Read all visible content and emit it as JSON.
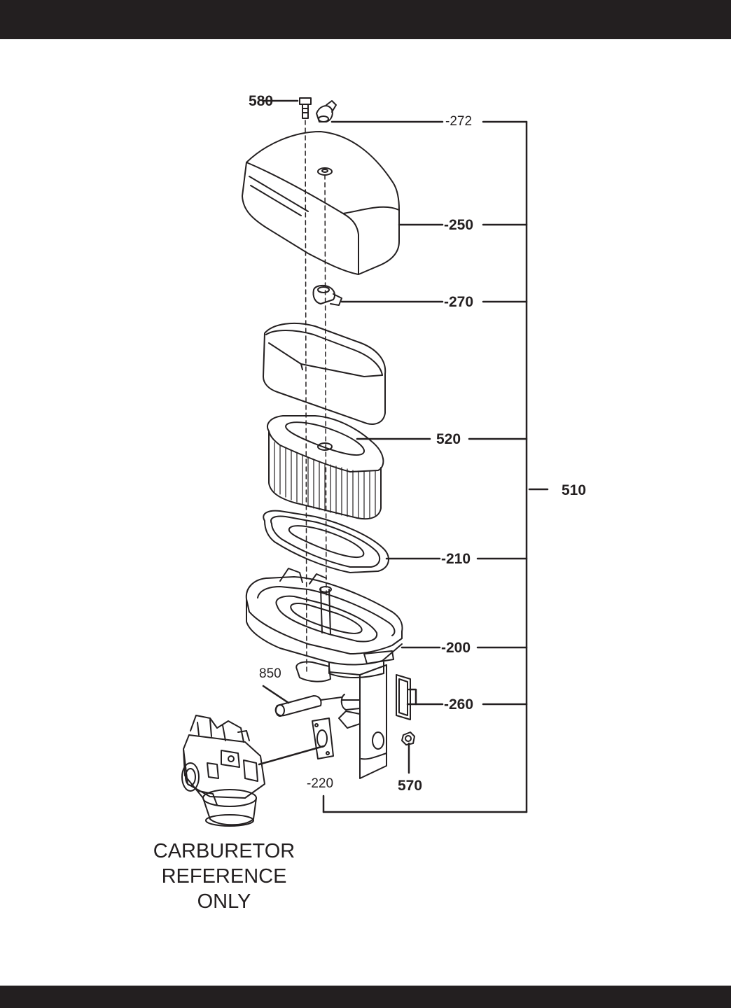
{
  "header_band": {
    "color": "#231f20"
  },
  "footer_band": {
    "color": "#231f20"
  },
  "parts": {
    "p580": "580",
    "p272": "-272",
    "p250": "-250",
    "p270": "-270",
    "p520": "520",
    "p510": "510",
    "p210": "-210",
    "p200": "-200",
    "p850": "850",
    "p260": "-260",
    "p570": "570",
    "p220": "-220"
  },
  "carburetor_note": [
    "CARBURETOR",
    "REFERENCE",
    "ONLY"
  ],
  "line_color": "#231f20"
}
